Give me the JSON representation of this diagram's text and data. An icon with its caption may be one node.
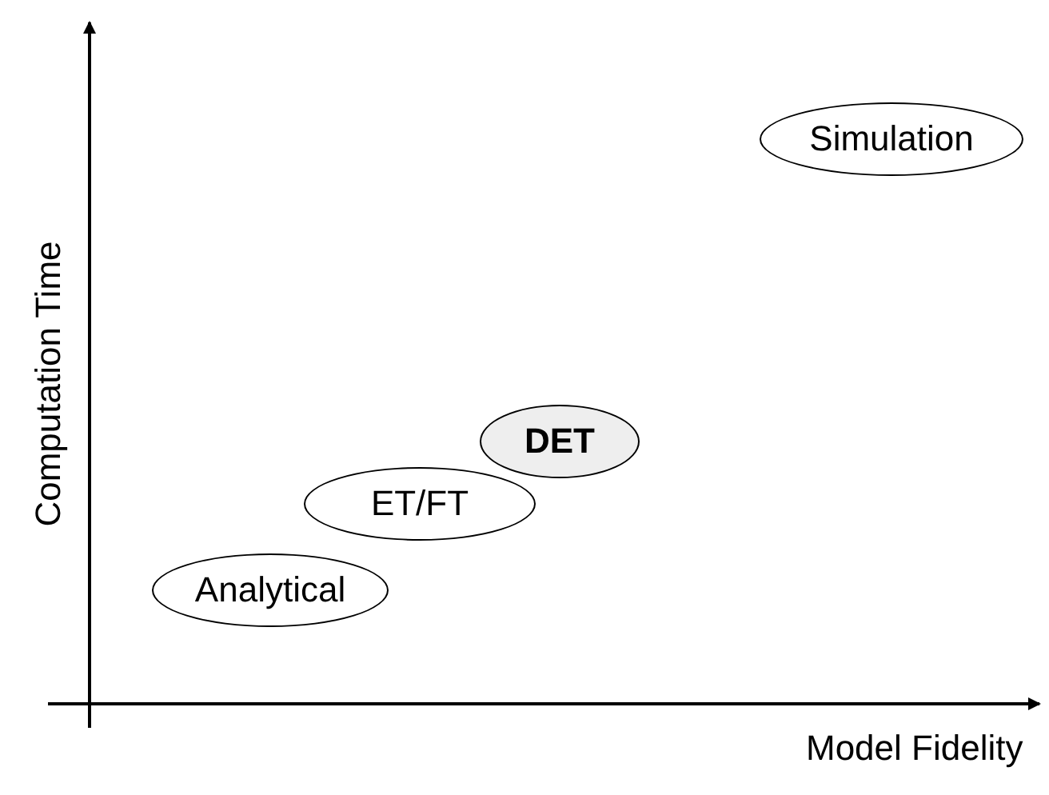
{
  "diagram": {
    "nodes": [
      {
        "text": [
          "Simulation"
        ]
      },
      {
        "text": [
          "DET"
        ]
      },
      {
        "text": [
          "ET/FT"
        ]
      },
      {
        "text": [
          "Analytical"
        ]
      }
    ],
    "labels": [
      "Computation Time",
      "Model Fidelity"
    ]
  }
}
